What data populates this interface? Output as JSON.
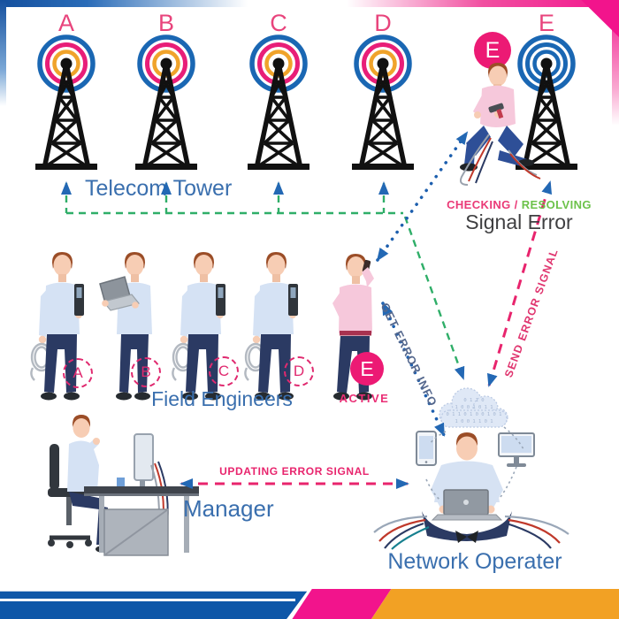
{
  "towers": {
    "label": "Telecom Tower",
    "items": [
      {
        "id": "A",
        "rings": "multi"
      },
      {
        "id": "B",
        "rings": "multi"
      },
      {
        "id": "C",
        "rings": "multi"
      },
      {
        "id": "D",
        "rings": "multi"
      },
      {
        "id": "E",
        "rings": "blue"
      }
    ]
  },
  "engineers": {
    "label": "Field Engineers",
    "active_label": "ACTIVE",
    "items": [
      {
        "id": "A",
        "carrying": "cable-coil-and-meter"
      },
      {
        "id": "B",
        "carrying": "laptop"
      },
      {
        "id": "C",
        "carrying": "cable-coil-and-meter"
      },
      {
        "id": "D",
        "carrying": "cable-coil-and-meter"
      },
      {
        "id": "E",
        "carrying": "phone",
        "status": "ACTIVE"
      }
    ]
  },
  "repair": {
    "badge": "E",
    "checking": "CHECKING",
    "slash": "/",
    "resolving": "RESOLVING",
    "signal_error": "Signal Error"
  },
  "labels": {
    "manager": "Manager",
    "network_operator": "Network Operater"
  },
  "arrows": {
    "get_error_info": "GET ERROR INFO",
    "send_error_signal": "SEND ERROR SIGNAL",
    "updating_error_signal": "UPDATING ERROR SIGNAL"
  },
  "cloud": {
    "binary_rows": [
      "0 1 1 0",
      "1 0 0 1 0 1 1",
      "0 1 1 0 1 0 0 1 0 1",
      "1 0 0 1 1 0 1"
    ]
  },
  "colors": {
    "pink": "#ec1a74",
    "blue_arrow": "#2368b4",
    "green": "#2fae68",
    "light_green": "#6cc24a",
    "label_blue": "#3a6fae",
    "footer_blue": "#0e57a8",
    "footer_pink": "#f2148c",
    "footer_orange": "#f2a124"
  }
}
